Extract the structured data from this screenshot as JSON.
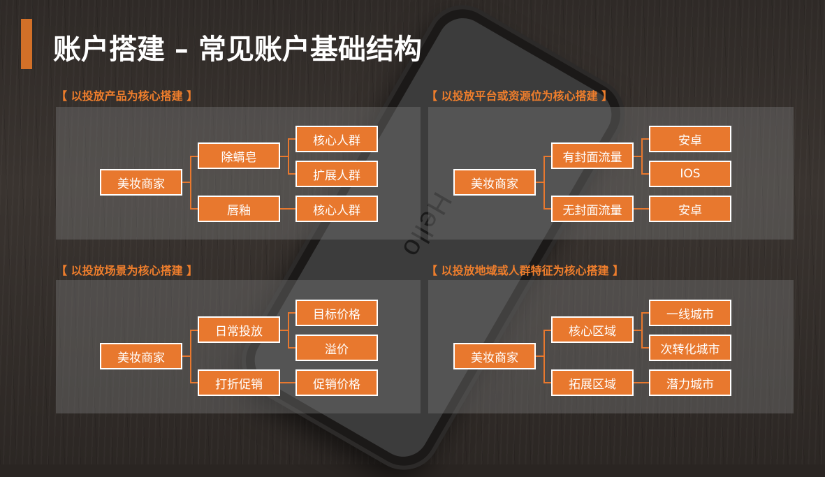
{
  "title": "账户搭建 – 常见账户基础结构",
  "phone_text": "Hello",
  "colors": {
    "accent": "#e8782e",
    "label": "#ef7e2c",
    "box_border": "#ffffff"
  },
  "sections": [
    {
      "label": "【 以投放产品为核心搭建 】",
      "root": "美妆商家",
      "branches": [
        {
          "label": "除螨皂",
          "leaves": [
            "核心人群",
            "扩展人群"
          ]
        },
        {
          "label": "唇釉",
          "leaves": [
            "核心人群"
          ]
        }
      ]
    },
    {
      "label": "【 以投放平台或资源位为核心搭建 】",
      "root": "美妆商家",
      "branches": [
        {
          "label": "有封面流量",
          "leaves": [
            "安卓",
            "IOS"
          ]
        },
        {
          "label": "无封面流量",
          "leaves": [
            "安卓"
          ]
        }
      ]
    },
    {
      "label": "【 以投放场景为核心搭建 】",
      "root": "美妆商家",
      "branches": [
        {
          "label": "日常投放",
          "leaves": [
            "目标价格",
            "溢价"
          ]
        },
        {
          "label": "打折促销",
          "leaves": [
            "促销价格"
          ]
        }
      ]
    },
    {
      "label": "【 以投放地域或人群特征为核心搭建 】",
      "root": "美妆商家",
      "branches": [
        {
          "label": "核心区域",
          "leaves": [
            "一线城市",
            "次转化城市"
          ]
        },
        {
          "label": "拓展区域",
          "leaves": [
            "潜力城市"
          ]
        }
      ]
    }
  ]
}
